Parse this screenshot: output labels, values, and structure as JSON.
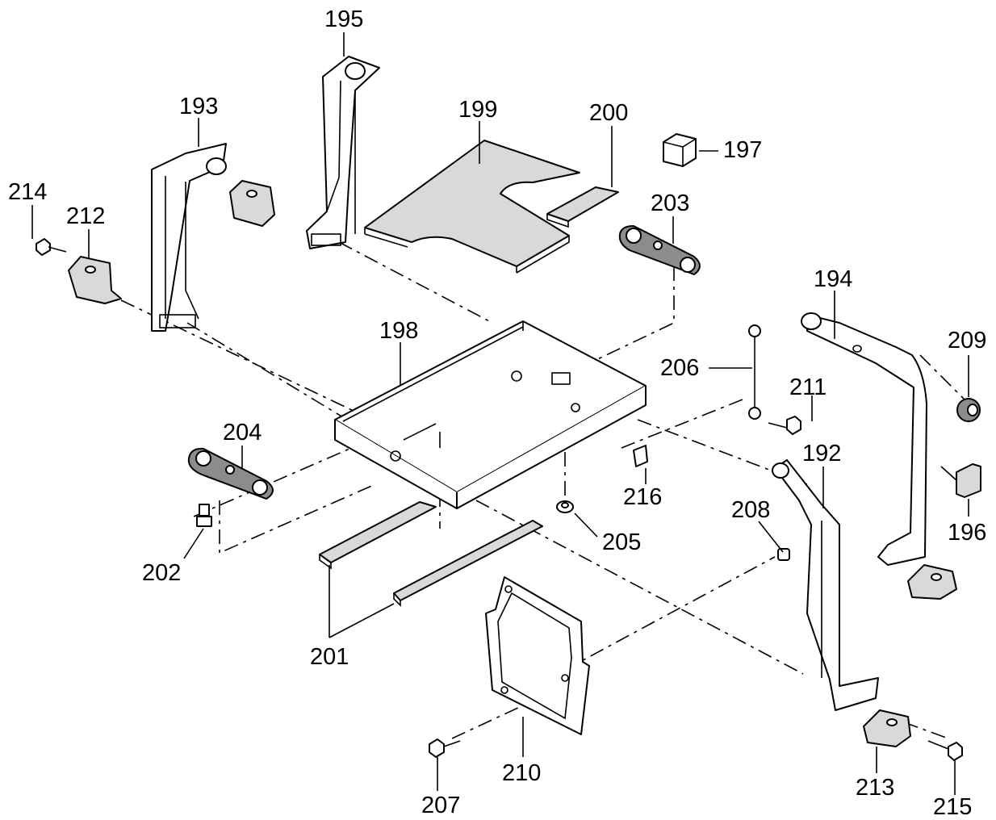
{
  "callouts": {
    "c192": "192",
    "c193": "193",
    "c194": "194",
    "c195": "195",
    "c196": "196",
    "c197": "197",
    "c198": "198",
    "c199": "199",
    "c200": "200",
    "c201": "201",
    "c202": "202",
    "c203": "203",
    "c204": "204",
    "c205": "205",
    "c206": "206",
    "c207": "207",
    "c208": "208",
    "c209": "209",
    "c210": "210",
    "c211": "211",
    "c212": "212",
    "c213": "213",
    "c214": "214",
    "c215": "215",
    "c216": "216"
  }
}
